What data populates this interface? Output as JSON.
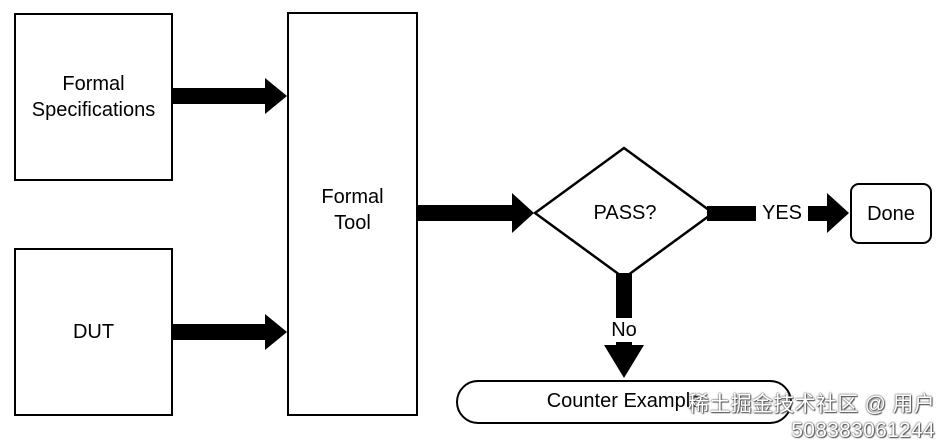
{
  "diagram": {
    "formal_specifications": "Formal\nSpecifications",
    "dut": "DUT",
    "formal_tool": "Formal\nTool",
    "decision": "PASS?",
    "yes_label": "YES",
    "no_label": "No",
    "done": "Done",
    "counter_example": "Counter Example"
  },
  "watermark": "稀土掘金技术社区 @ 用户508383061244",
  "colors": {
    "stroke": "#000000",
    "fill": "#ffffff"
  }
}
